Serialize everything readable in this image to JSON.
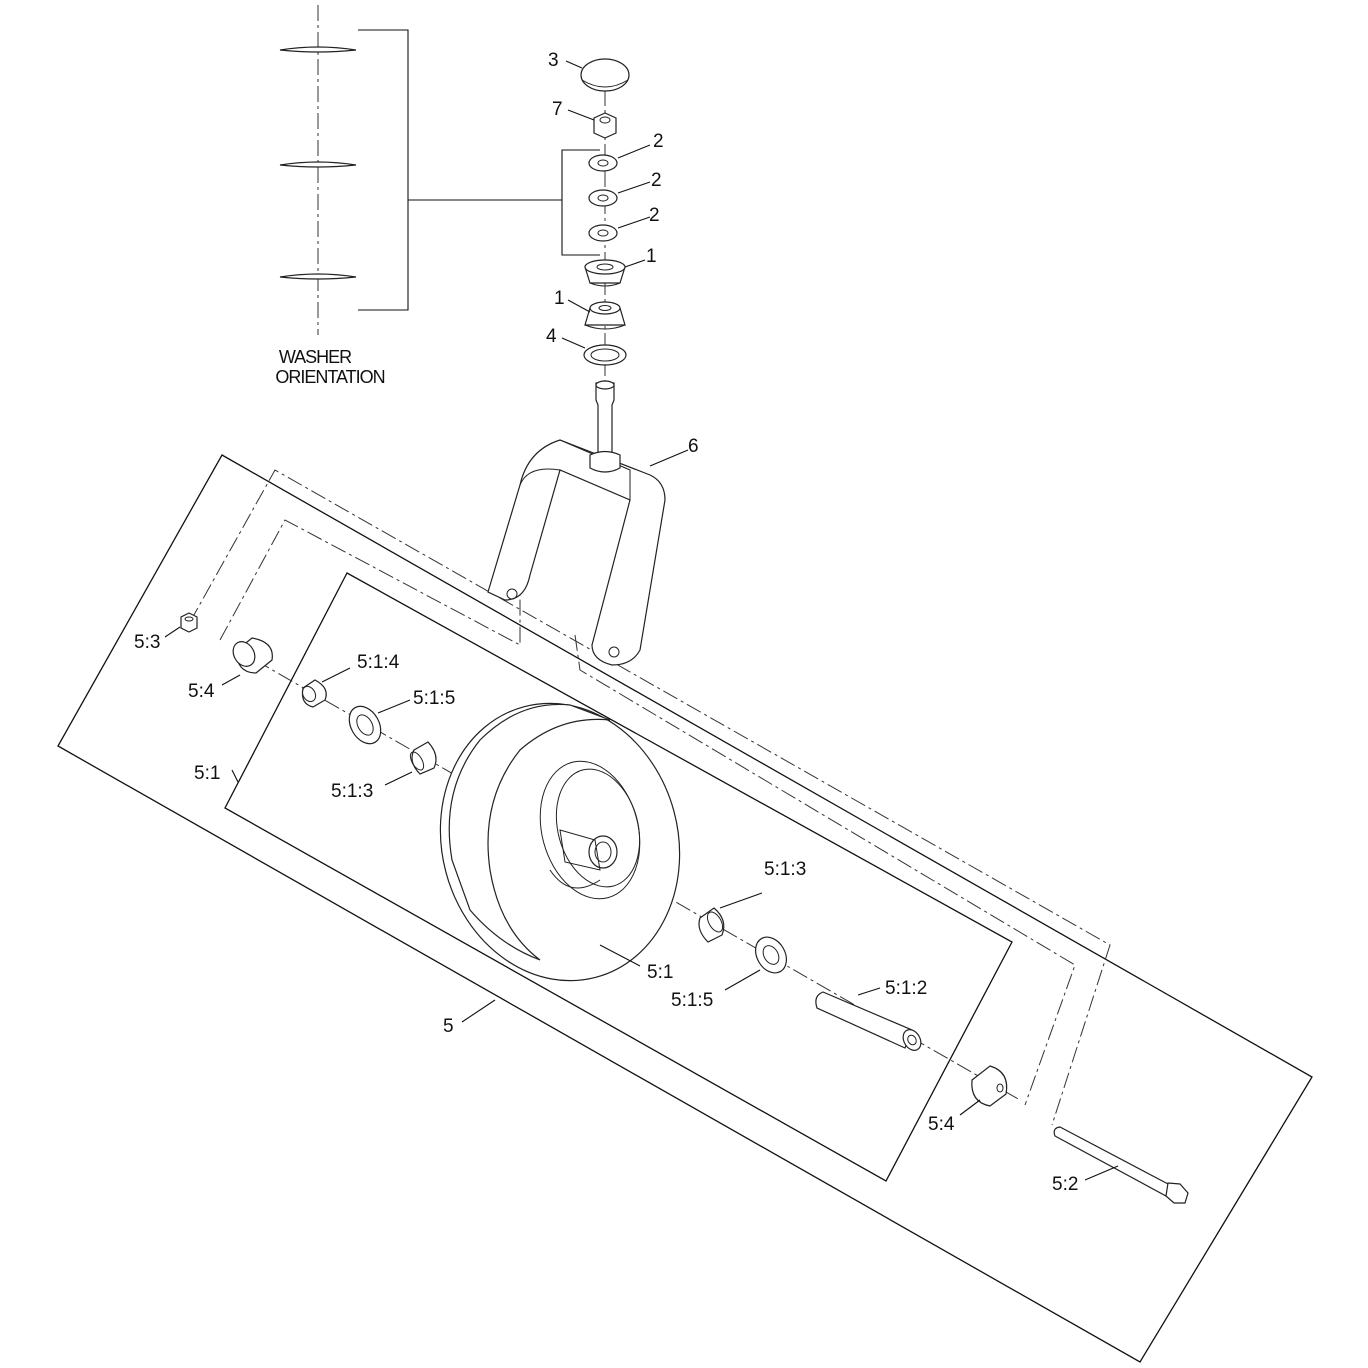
{
  "caption": {
    "line1": "WASHER",
    "line2": "ORIENTATION"
  },
  "callouts": {
    "c3": "3",
    "c7": "7",
    "c2a": "2",
    "c2b": "2",
    "c2c": "2",
    "c1a": "1",
    "c1b": "1",
    "c4": "4",
    "c6": "6",
    "c5_3": "5:3",
    "c5_4_left": "5:4",
    "c5_1_4": "5:1:4",
    "c5_1_5_top": "5:1:5",
    "c5_1_left": "5:1",
    "c5_1_3_left": "5:1:3",
    "c5_1_3_right": "5:1:3",
    "c5_1_mid": "5:1",
    "c5_1_5_bottom": "5:1:5",
    "c5_1_2": "5:1:2",
    "c5": "5",
    "c5_4_right": "5:4",
    "c5_2": "5:2"
  }
}
